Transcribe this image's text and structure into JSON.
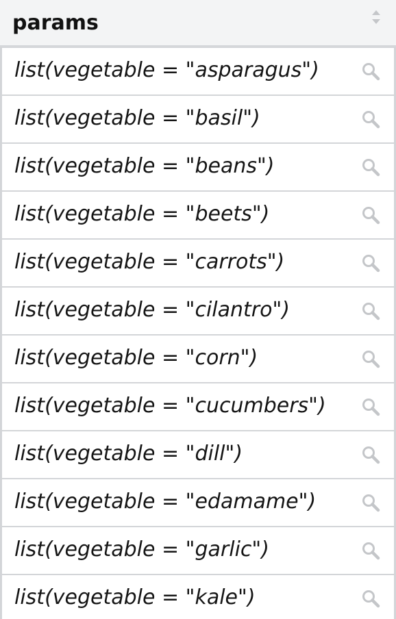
{
  "header": {
    "label": "params",
    "sort_icon": "sort-updown-icon"
  },
  "rows": [
    {
      "text": "list(vegetable = \"asparagus\")",
      "icon": "search-icon"
    },
    {
      "text": "list(vegetable = \"basil\")",
      "icon": "search-icon"
    },
    {
      "text": "list(vegetable = \"beans\")",
      "icon": "search-icon"
    },
    {
      "text": "list(vegetable = \"beets\")",
      "icon": "search-icon"
    },
    {
      "text": "list(vegetable = \"carrots\")",
      "icon": "search-icon"
    },
    {
      "text": "list(vegetable = \"cilantro\")",
      "icon": "search-icon"
    },
    {
      "text": "list(vegetable = \"corn\")",
      "icon": "search-icon"
    },
    {
      "text": "list(vegetable = \"cucumbers\")",
      "icon": "search-icon"
    },
    {
      "text": "list(vegetable = \"dill\")",
      "icon": "search-icon"
    },
    {
      "text": "list(vegetable = \"edamame\")",
      "icon": "search-icon"
    },
    {
      "text": "list(vegetable = \"garlic\")",
      "icon": "search-icon"
    },
    {
      "text": "list(vegetable = \"kale\")",
      "icon": "search-icon"
    }
  ],
  "colors": {
    "header_bg": "#f3f4f5",
    "row_bg": "#ffffff",
    "divider": "#d3d5d8",
    "icon": "#c4c6c9"
  }
}
